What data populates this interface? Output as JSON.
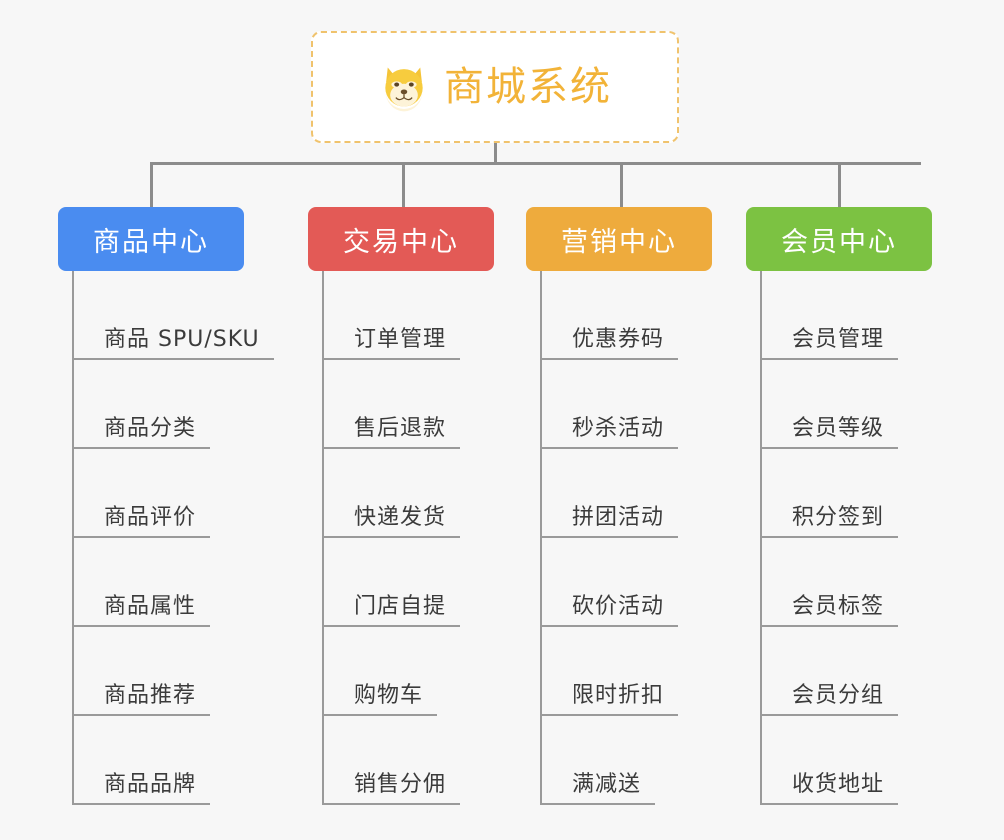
{
  "root": {
    "title": "商城系统",
    "icon": "shiba-dog-face-icon",
    "title_color": "#f2b338",
    "border_color": "#f0c36d"
  },
  "connector_color": "#8c8c8c",
  "background_color": "#f7f7f7",
  "categories": [
    {
      "label": "商品中心",
      "color": "#4a8cf0",
      "items": [
        "商品 SPU/SKU",
        "商品分类",
        "商品评价",
        "商品属性",
        "商品推荐",
        "商品品牌"
      ]
    },
    {
      "label": "交易中心",
      "color": "#e35a56",
      "items": [
        "订单管理",
        "售后退款",
        "快递发货",
        "门店自提",
        "购物车",
        "销售分佣"
      ]
    },
    {
      "label": "营销中心",
      "color": "#eeab3d",
      "items": [
        "优惠券码",
        "秒杀活动",
        "拼团活动",
        "砍价活动",
        "限时折扣",
        "满减送"
      ]
    },
    {
      "label": "会员中心",
      "color": "#7cc242",
      "items": [
        "会员管理",
        "会员等级",
        "积分签到",
        "会员标签",
        "会员分组",
        "收货地址"
      ]
    }
  ]
}
